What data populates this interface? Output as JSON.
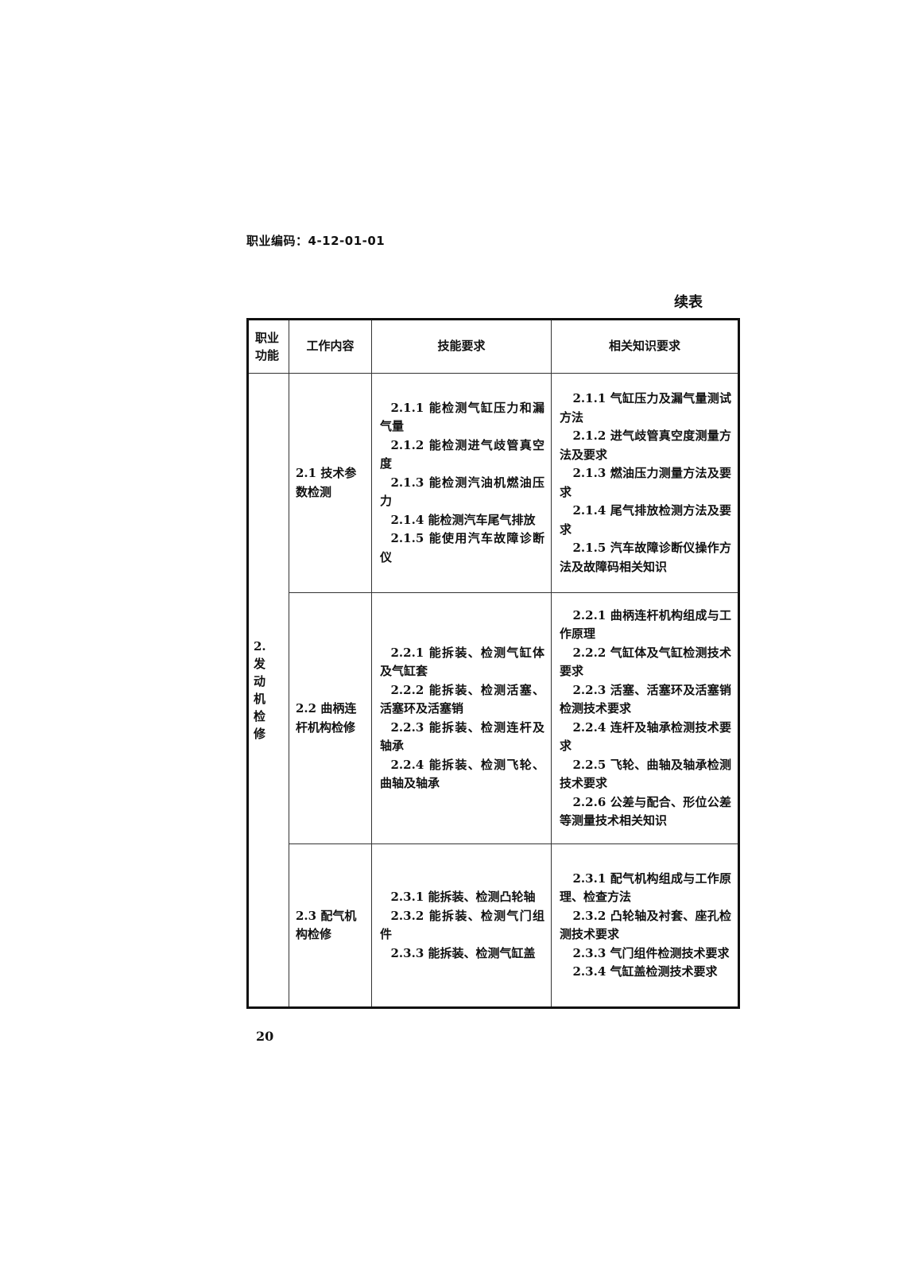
{
  "header": {
    "occupation_code": "职业编码：4-12-01-01",
    "continued_label": "续表"
  },
  "table": {
    "columns": [
      "职业功能",
      "工作内容",
      "技能要求",
      "相关知识要求"
    ],
    "function_cell": "2.发动机检修",
    "rows": [
      {
        "work_content": "2.1 技术参数检测",
        "skills": [
          "2.1.1 能检测气缸压力和漏气量",
          "2.1.2 能检测进气歧管真空度",
          "2.1.3 能检测汽油机燃油压力",
          "2.1.4 能检测汽车尾气排放",
          "2.1.5 能使用汽车故障诊断仪"
        ],
        "knowledge": [
          "2.1.1 气缸压力及漏气量测试方法",
          "2.1.2 进气歧管真空度测量方法及要求",
          "2.1.3 燃油压力测量方法及要求",
          "2.1.4 尾气排放检测方法及要求",
          "2.1.5 汽车故障诊断仪操作方法及故障码相关知识"
        ]
      },
      {
        "work_content": "2.2 曲柄连杆机构检修",
        "skills": [
          "2.2.1 能拆装、检测气缸体及气缸套",
          "2.2.2 能拆装、检测活塞、活塞环及活塞销",
          "2.2.3 能拆装、检测连杆及轴承",
          "2.2.4 能拆装、检测飞轮、曲轴及轴承"
        ],
        "knowledge": [
          "2.2.1 曲柄连杆机构组成与工作原理",
          "2.2.2 气缸体及气缸检测技术要求",
          "2.2.3 活塞、活塞环及活塞销检测技术要求",
          "2.2.4 连杆及轴承检测技术要求",
          "2.2.5 飞轮、曲轴及轴承检测技术要求",
          "2.2.6 公差与配合、形位公差等测量技术相关知识"
        ]
      },
      {
        "work_content": "2.3 配气机构检修",
        "skills": [
          "2.3.1 能拆装、检测凸轮轴",
          "2.3.2 能拆装、检测气门组件",
          "2.3.3 能拆装、检测气缸盖"
        ],
        "knowledge": [
          "2.3.1 配气机构组成与工作原理、检查方法",
          "2.3.2 凸轮轴及衬套、座孔检测技术要求",
          "2.3.3 气门组件检测技术要求",
          "2.3.4 气缸盖检测技术要求"
        ]
      }
    ]
  },
  "footer": {
    "page_number": "20"
  }
}
